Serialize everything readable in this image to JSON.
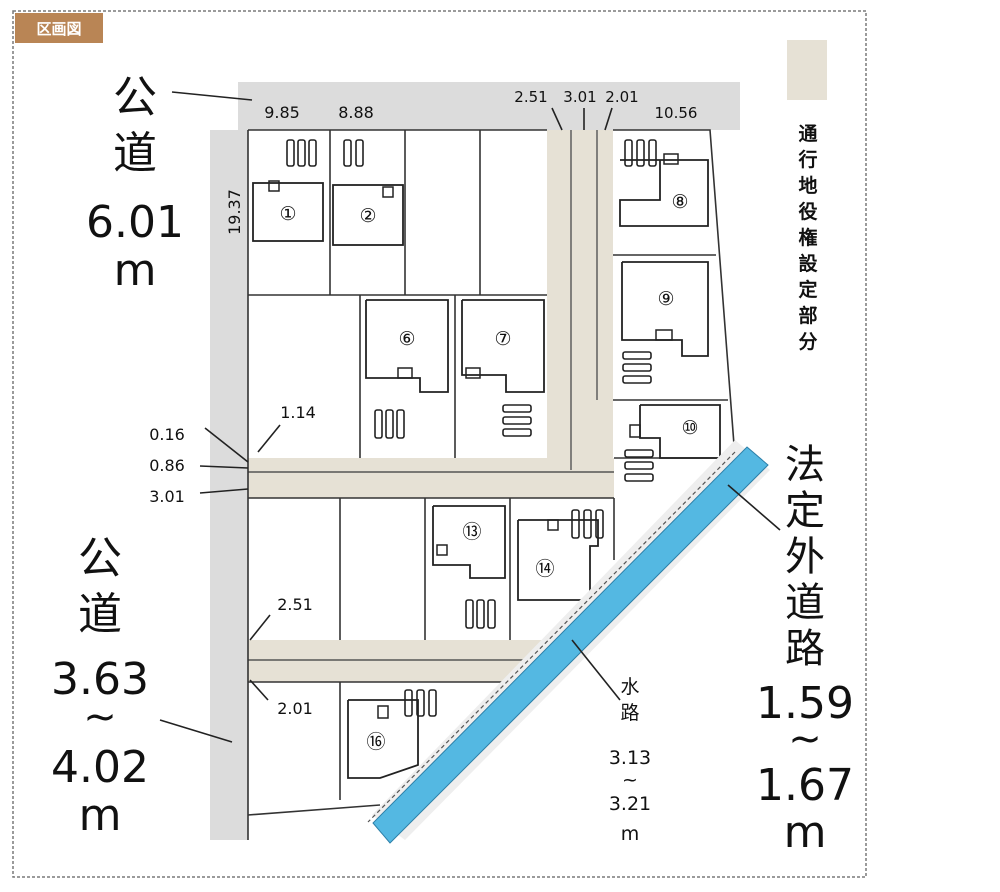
{
  "title_tag": "区画図",
  "colors": {
    "easement": "#e6e1d5",
    "road": "#dcdcdc",
    "waterway": "#54b8e2",
    "title_bg": "#b98555",
    "line": "#333333"
  },
  "legend": {
    "label": "通行地役権設定部分"
  },
  "roads": {
    "road_top": {
      "kind": "公道",
      "width": "6.01",
      "unit": "m"
    },
    "road_left": {
      "kind": "公道",
      "width_min": "3.63",
      "tilde": "~",
      "width_max": "4.02",
      "unit": "m"
    },
    "unofficial_road": {
      "kind": "法定外道路",
      "width_min": "1.59",
      "tilde": "~",
      "width_max": "1.67",
      "unit": "m"
    },
    "waterway": {
      "kind": "水路",
      "width_min": "3.13",
      "tilde": "~",
      "width_max": "3.21",
      "unit": "m"
    }
  },
  "dimensions": {
    "d_985": "9.85",
    "d_888": "8.88",
    "d_251_top": "2.51",
    "d_301_top": "3.01",
    "d_201_top": "2.01",
    "d_1056": "10.56",
    "d_1937": "19.37",
    "d_114": "1.14",
    "d_016": "0.16",
    "d_086": "0.86",
    "d_301_left": "3.01",
    "d_251_low": "2.51",
    "d_201_low": "2.01"
  },
  "lots": {
    "l1": "①",
    "l2": "②",
    "l6": "⑥",
    "l7": "⑦",
    "l8": "⑧",
    "l9": "⑨",
    "l10": "⑩",
    "l13": "⑬",
    "l14": "⑭",
    "l16": "⑯"
  }
}
